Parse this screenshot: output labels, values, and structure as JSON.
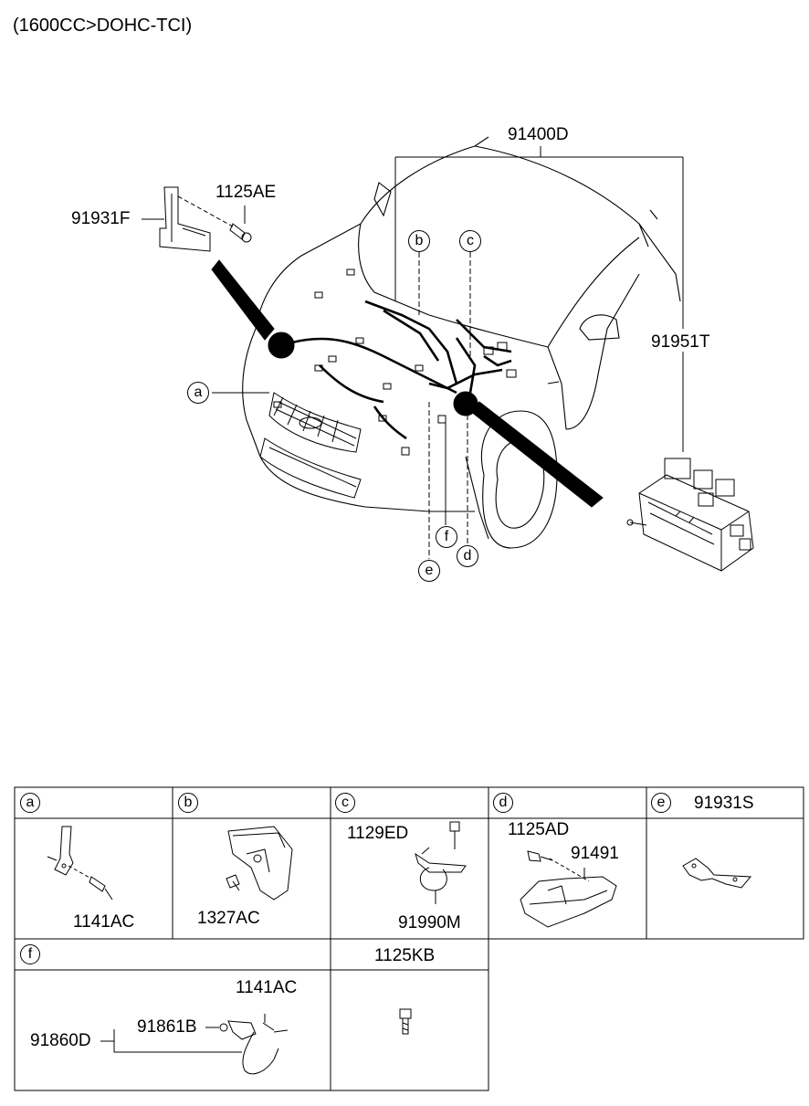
{
  "header": {
    "engine_spec": "(1600CC>DOHC-TCI)"
  },
  "main_diagram": {
    "part_labels": {
      "harness": "91400D",
      "bracket": "91931F",
      "bolt": "1125AE",
      "junction_box": "91951T"
    },
    "callouts": [
      "a",
      "b",
      "c",
      "d",
      "e",
      "f"
    ]
  },
  "detail_table": {
    "row1": [
      {
        "letter": "a",
        "title": "",
        "parts": [
          "1141AC"
        ]
      },
      {
        "letter": "b",
        "title": "",
        "parts": [
          "1327AC"
        ]
      },
      {
        "letter": "c",
        "title": "",
        "parts": [
          "1129ED",
          "91990M"
        ]
      },
      {
        "letter": "d",
        "title": "",
        "parts": [
          "1125AD",
          "91491"
        ]
      },
      {
        "letter": "e",
        "title": "91931S",
        "parts": []
      }
    ],
    "row2": [
      {
        "letter": "f",
        "title": "",
        "parts": [
          "1141AC",
          "91861B",
          "91860D"
        ]
      },
      {
        "letter": "",
        "title": "1125KB",
        "parts": []
      }
    ]
  }
}
